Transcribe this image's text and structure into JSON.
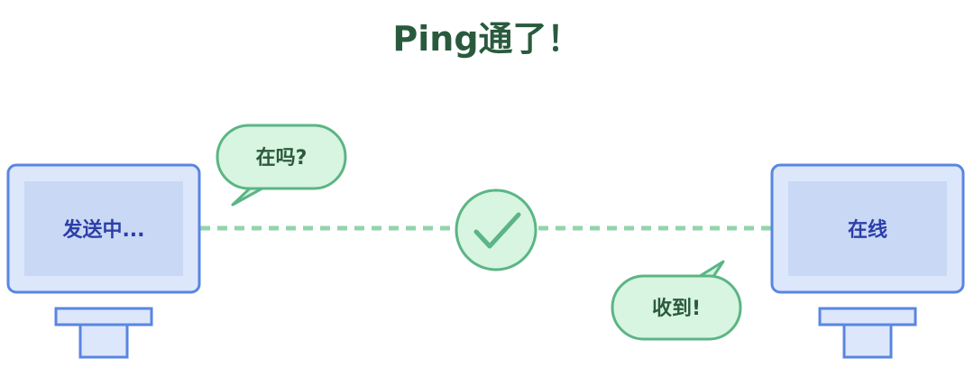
{
  "title": "Ping通了！",
  "left_computer": {
    "screen_text": "发送中..."
  },
  "right_computer": {
    "screen_text": "在线"
  },
  "bubble_left": {
    "text": "在吗?"
  },
  "bubble_right": {
    "text": "收到!"
  },
  "status_icon": "check-icon",
  "colors": {
    "title": "#2a5a3e",
    "dark_green_text": "#2b5a3c",
    "screen_text": "#2c3ea8",
    "monitor_fill": "#dce7fb",
    "monitor_stroke": "#5a86e0",
    "screen_fill": "#c9d8f4",
    "bubble_fill": "#d7f5e0",
    "bubble_stroke": "#5bb585",
    "dash": "#93d4ab",
    "check_fill": "#d7f5e0",
    "check_stroke": "#5bb585"
  }
}
